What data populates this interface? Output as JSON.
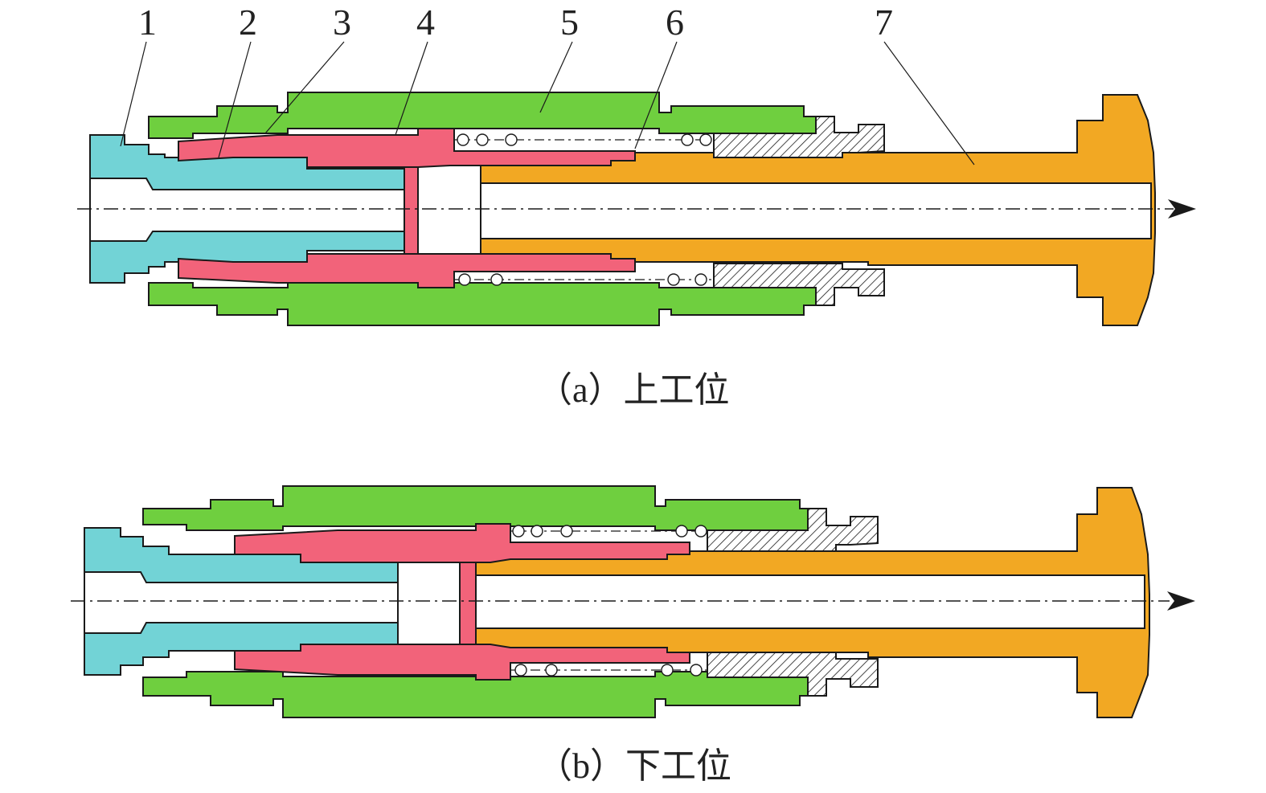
{
  "callouts": [
    "1",
    "2",
    "3",
    "4",
    "5",
    "6",
    "7"
  ],
  "captions": {
    "top": "（a）上工位",
    "bottom": "（b）下工位"
  },
  "colors": {
    "part1": "#72d3d6",
    "part2_3_4": "#f2637a",
    "part5": "#6fcf3f",
    "part7": "#f2a823",
    "hatch": "#1a1a1a",
    "outline": "#1a1a1a"
  }
}
